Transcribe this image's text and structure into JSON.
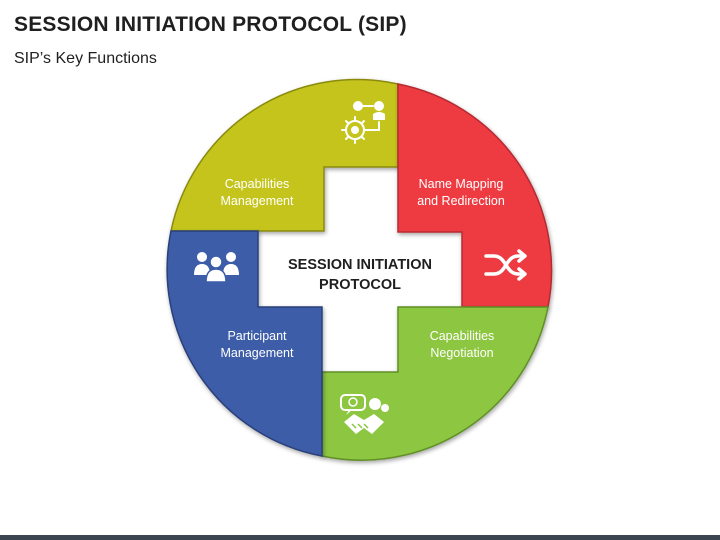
{
  "header": {
    "title": "SESSION INITIATION PROTOCOL (SIP)",
    "subtitle": "SIP’s Key Functions"
  },
  "diagram": {
    "center": {
      "line1": "SESSION INITIATION",
      "line2": "PROTOCOL"
    },
    "segments": [
      {
        "key": "capabilities-management",
        "line1": "Capabilities",
        "line2": "Management",
        "icon": "gear-network-icon",
        "color": "#c4c41a"
      },
      {
        "key": "name-mapping",
        "line1": "Name Mapping",
        "line2": "and Redirection",
        "icon": "shuffle-icon",
        "color": "#ee3b43"
      },
      {
        "key": "capabilities-negotiation",
        "line1": "Capabilities",
        "line2": "Negotiation",
        "icon": "handshake-icon",
        "color": "#8dc63f"
      },
      {
        "key": "participant-management",
        "line1": "Participant",
        "line2": "Management",
        "icon": "people-group-icon",
        "color": "#3d5da8"
      }
    ]
  }
}
